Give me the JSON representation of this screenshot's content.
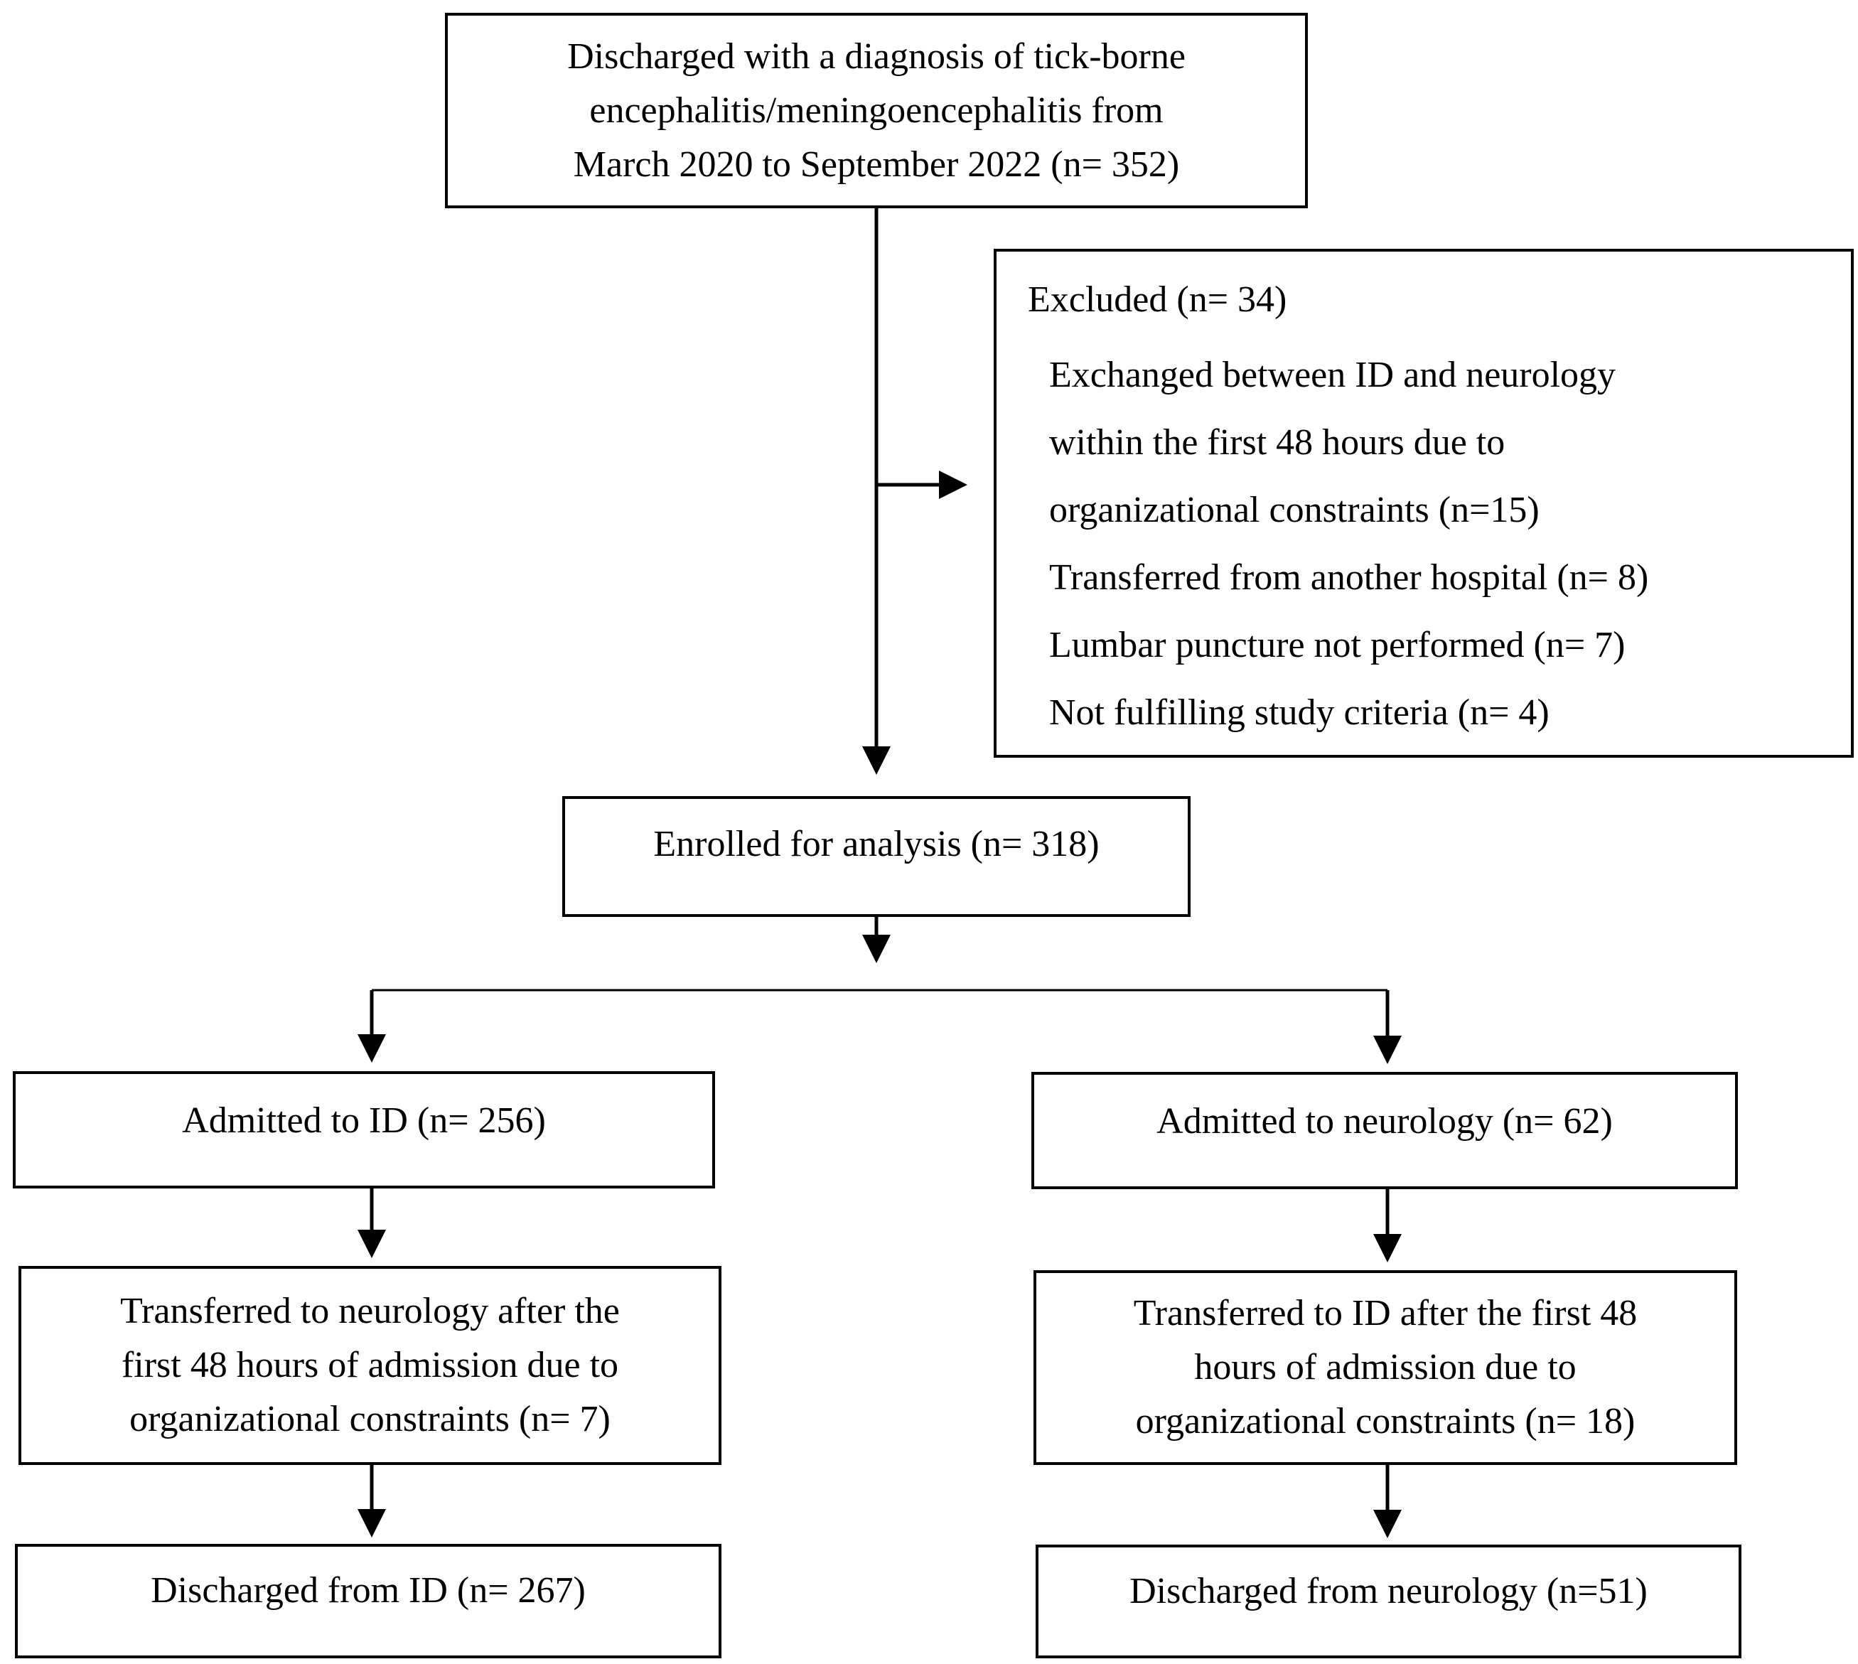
{
  "source_box": {
    "lines": [
      "Discharged with a diagnosis of tick-borne",
      "encephalitis/meningoencephalitis from",
      "March 2020 to September 2022 (n= 352)"
    ]
  },
  "excluded_box": {
    "title": "Excluded (n= 34)",
    "items": [
      "Exchanged between ID and neurology",
      "within the first 48 hours due to",
      "organizational constraints (n=15)",
      "Transferred from another hospital (n= 8)",
      "Lumbar puncture not performed (n= 7)",
      "Not fulfilling study criteria (n= 4)"
    ]
  },
  "enrolled_box": {
    "label": "Enrolled for analysis (n= 318)"
  },
  "left_branch": {
    "admitted": "Admitted to ID (n= 256)",
    "transferred": [
      "Transferred to neurology after the",
      "first 48 hours of admission due to",
      "organizational constraints (n= 7)"
    ],
    "discharged": "Discharged from ID (n= 267)"
  },
  "right_branch": {
    "admitted": "Admitted to neurology (n= 62)",
    "transferred": [
      "Transferred to ID after the first 48",
      "hours of admission due to",
      "organizational constraints (n= 18)"
    ],
    "discharged": "Discharged from neurology (n=51)"
  }
}
